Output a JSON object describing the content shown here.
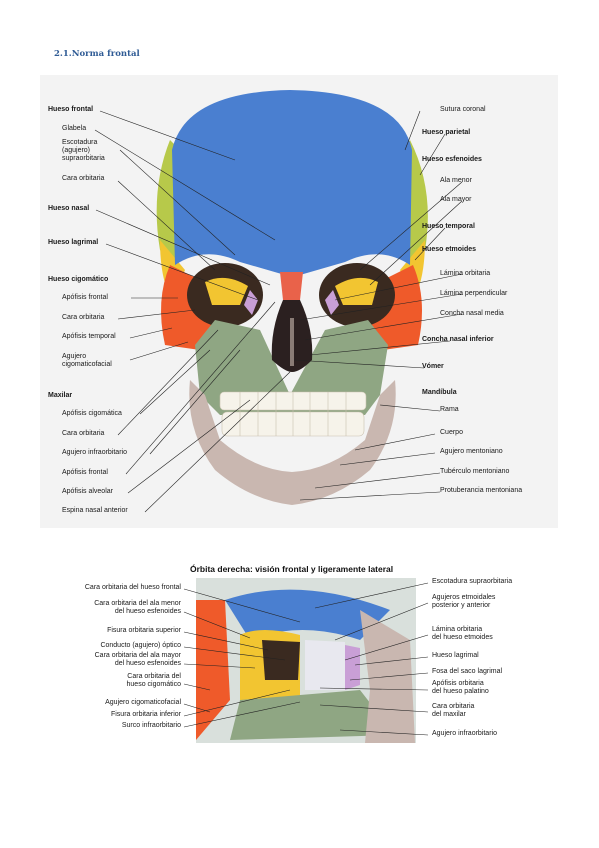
{
  "section_title": "2.1.Norma frontal",
  "figure1": {
    "left_labels": [
      {
        "id": "hueso-frontal",
        "text": "Hueso frontal",
        "bold": true
      },
      {
        "id": "glabela",
        "text": "Glabela",
        "bold": false
      },
      {
        "id": "escotadura",
        "text": "Escotadura\n(agujero)\nsupraorbitaria",
        "bold": false
      },
      {
        "id": "cara-orbitaria-1",
        "text": "Cara orbitaria",
        "bold": false
      },
      {
        "id": "hueso-nasal",
        "text": "Hueso nasal",
        "bold": true
      },
      {
        "id": "hueso-lagrimal",
        "text": "Hueso lagrimal",
        "bold": true
      },
      {
        "id": "hueso-cigomatico",
        "text": "Hueso cigomático",
        "bold": true
      },
      {
        "id": "apofisis-frontal-1",
        "text": "Apófisis frontal",
        "bold": false
      },
      {
        "id": "cara-orbitaria-2",
        "text": "Cara orbitaria",
        "bold": false
      },
      {
        "id": "apofisis-temporal",
        "text": "Apófisis temporal",
        "bold": false
      },
      {
        "id": "agujero-cigomaticofacial",
        "text": "Agujero\ncigomaticofacial",
        "bold": false
      },
      {
        "id": "maxilar",
        "text": "Maxilar",
        "bold": true
      },
      {
        "id": "apofisis-cigomatica",
        "text": "Apófisis cigomática",
        "bold": false
      },
      {
        "id": "cara-orbitaria-3",
        "text": "Cara orbitaria",
        "bold": false
      },
      {
        "id": "agujero-infraorbitario",
        "text": "Agujero infraorbitario",
        "bold": false
      },
      {
        "id": "apofisis-frontal-2",
        "text": "Apófisis frontal",
        "bold": false
      },
      {
        "id": "apofisis-alveolar",
        "text": "Apófisis alveolar",
        "bold": false
      },
      {
        "id": "espina-nasal",
        "text": "Espina nasal anterior",
        "bold": false
      }
    ],
    "right_labels": [
      {
        "id": "sutura-coronal",
        "text": "Sutura coronal",
        "bold": false
      },
      {
        "id": "hueso-parietal",
        "text": "Hueso parietal",
        "bold": true
      },
      {
        "id": "hueso-esfenoides",
        "text": "Hueso esfenoides",
        "bold": true
      },
      {
        "id": "ala-menor",
        "text": "Ala menor",
        "bold": false
      },
      {
        "id": "ala-mayor",
        "text": "Ala mayor",
        "bold": false
      },
      {
        "id": "hueso-temporal",
        "text": "Hueso temporal",
        "bold": true
      },
      {
        "id": "hueso-etmoides",
        "text": "Hueso etmoides",
        "bold": true
      },
      {
        "id": "lamina-orbitaria",
        "text": "Lámina orbitaria",
        "bold": false
      },
      {
        "id": "lamina-perpendicular",
        "text": "Lámina perpendicular",
        "bold": false
      },
      {
        "id": "concha-media",
        "text": "Concha nasal media",
        "bold": false
      },
      {
        "id": "concha-inferior",
        "text": "Concha nasal inferior",
        "bold": true
      },
      {
        "id": "vomer",
        "text": "Vómer",
        "bold": true
      },
      {
        "id": "mandibula",
        "text": "Mandíbula",
        "bold": true
      },
      {
        "id": "rama",
        "text": "Rama",
        "bold": false
      },
      {
        "id": "cuerpo",
        "text": "Cuerpo",
        "bold": false
      },
      {
        "id": "agujero-mentoniano",
        "text": "Agujero mentoniano",
        "bold": false
      },
      {
        "id": "tuberculo-mentoniano",
        "text": "Tubérculo mentoniano",
        "bold": false
      },
      {
        "id": "protuberancia",
        "text": "Protuberancia mentoniana",
        "bold": false
      }
    ]
  },
  "figure2": {
    "title": "Órbita derecha: visión frontal y ligeramente lateral",
    "left_labels": [
      {
        "id": "co-frontal",
        "text": "Cara orbitaria del hueso frontal"
      },
      {
        "id": "co-ala-menor",
        "text": "Cara orbitaria del ala menor\ndel hueso esfenoides"
      },
      {
        "id": "fisura-superior",
        "text": "Fisura orbitaria superior"
      },
      {
        "id": "conducto-optico",
        "text": "Conducto (agujero) óptico"
      },
      {
        "id": "co-ala-mayor",
        "text": "Cara orbitaria del ala mayor\ndel hueso esfenoides"
      },
      {
        "id": "co-cigomatico",
        "text": "Cara orbitaria del\nhueso cigomático"
      },
      {
        "id": "agujero-cf",
        "text": "Agujero cigomaticofacial"
      },
      {
        "id": "fisura-inferior",
        "text": "Fisura orbitaria inferior"
      },
      {
        "id": "surco-infra",
        "text": "Surco infraorbitario"
      }
    ],
    "right_labels": [
      {
        "id": "escotadura-supra",
        "text": "Escotadura supraorbitaria"
      },
      {
        "id": "agujeros-etmoidales",
        "text": "Agujeros etmoidales\nposterior y anterior"
      },
      {
        "id": "lamina-orb-etm",
        "text": "Lámina orbitaria\ndel hueso etmoides"
      },
      {
        "id": "hueso-lagrimal-2",
        "text": "Hueso lagrimal"
      },
      {
        "id": "fosa-saco",
        "text": "Fosa del saco lagrimal"
      },
      {
        "id": "apofisis-orb-palatino",
        "text": "Apófisis orbitaria\ndel hueso palatino"
      },
      {
        "id": "co-maxilar",
        "text": "Cara orbitaria\ndel maxilar"
      },
      {
        "id": "agujero-infra-2",
        "text": "Agujero infraorbitario"
      }
    ]
  },
  "colors": {
    "frontal": "#4a7fd0",
    "parietal": "#b7c94a",
    "sphenoid": "#f2c531",
    "ethmoid": "#c99fd6",
    "zygomatic": "#ef5a2a",
    "maxilla": "#8fa683",
    "mandible": "#c9b7b0",
    "nasal": "#e9624a",
    "teeth": "#f6f3ea",
    "orbit_dark": "#3a3a2a",
    "accent": "#2f5b95"
  }
}
